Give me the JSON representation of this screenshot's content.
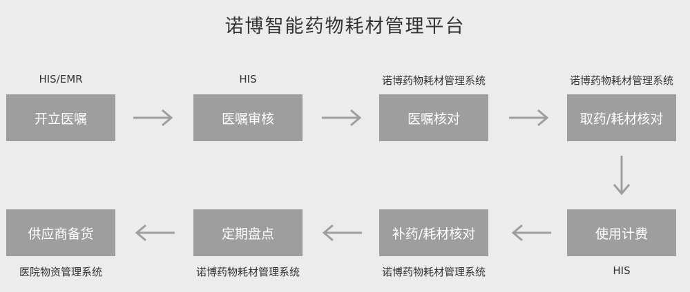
{
  "title": "诺博智能药物耗材管理平台",
  "colors": {
    "background": "#ececec",
    "box_fill": "#9e9e9e",
    "box_text": "#ffffff",
    "arrow": "#9e9e9e",
    "label_text": "#333333"
  },
  "nodes": [
    {
      "id": "n1",
      "label": "开立医嘱",
      "system": "HIS/EMR"
    },
    {
      "id": "n2",
      "label": "医嘱审核",
      "system": "HIS"
    },
    {
      "id": "n3",
      "label": "医嘱核对",
      "system": "诺博药物耗材管理系统"
    },
    {
      "id": "n4",
      "label": "取药/耗材核对",
      "system": "诺博药物耗材管理系统"
    },
    {
      "id": "n5",
      "label": "使用计费",
      "system": "HIS"
    },
    {
      "id": "n6",
      "label": "补药/耗材核对",
      "system": "诺博药物耗材管理系统"
    },
    {
      "id": "n7",
      "label": "定期盘点",
      "system": "诺博药物耗材管理系统"
    },
    {
      "id": "n8",
      "label": "供应商备货",
      "system": "医院物资管理系统"
    }
  ],
  "edges": [
    {
      "from": "n1",
      "to": "n2",
      "icon": "arrow-right-icon"
    },
    {
      "from": "n2",
      "to": "n3",
      "icon": "arrow-right-icon"
    },
    {
      "from": "n3",
      "to": "n4",
      "icon": "arrow-right-icon"
    },
    {
      "from": "n4",
      "to": "n5",
      "icon": "arrow-down-icon"
    },
    {
      "from": "n5",
      "to": "n6",
      "icon": "arrow-left-icon"
    },
    {
      "from": "n6",
      "to": "n7",
      "icon": "arrow-left-icon"
    },
    {
      "from": "n7",
      "to": "n8",
      "icon": "arrow-left-icon"
    }
  ]
}
